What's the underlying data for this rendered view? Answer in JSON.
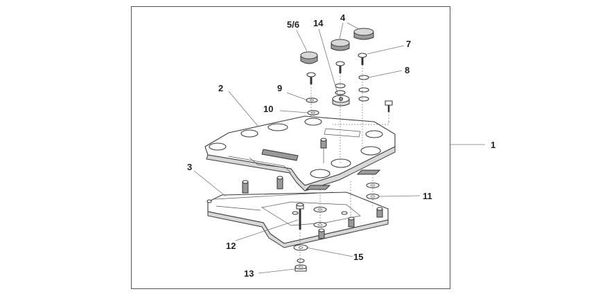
{
  "labels": {
    "p1": "1",
    "p2": "2",
    "p3": "3",
    "p4": "4",
    "p56": "5/6",
    "p7": "7",
    "p8": "8",
    "p9": "9",
    "p10": "10",
    "p11": "11",
    "p12": "12",
    "p13": "13",
    "p14": "14",
    "p15": "15"
  }
}
